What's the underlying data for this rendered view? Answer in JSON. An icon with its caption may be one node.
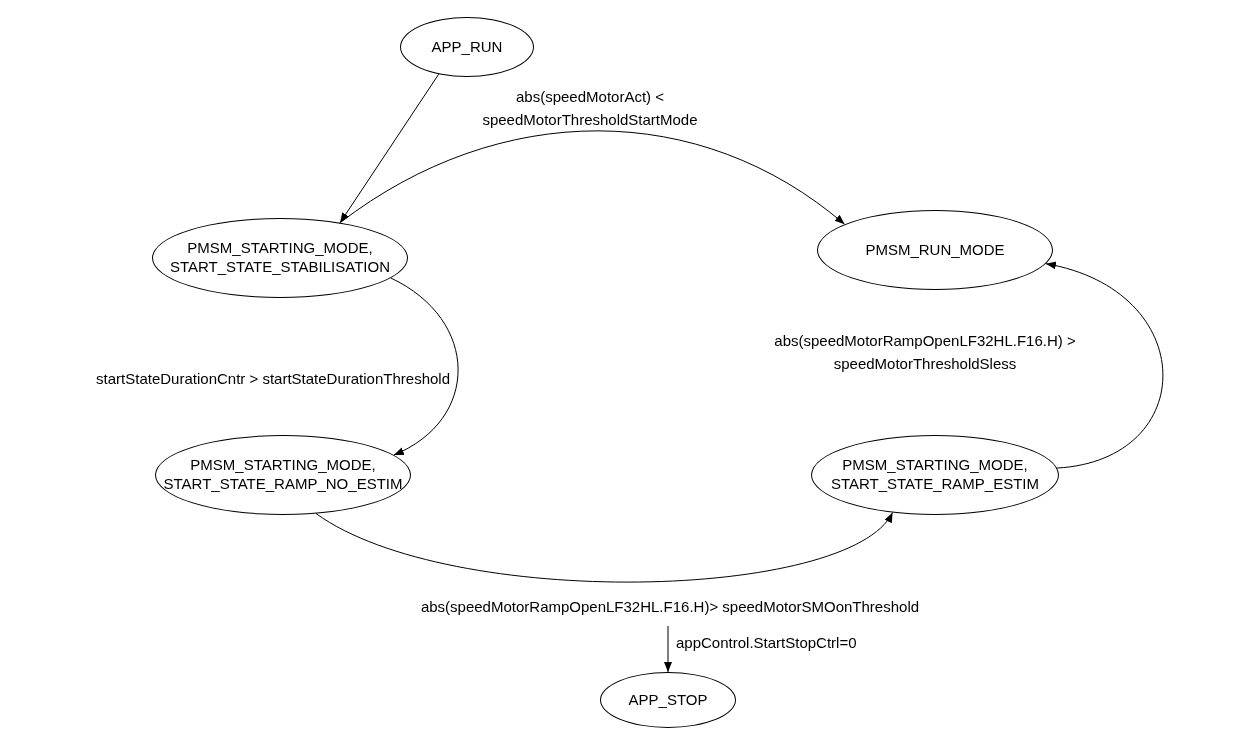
{
  "diagram": {
    "nodes": [
      {
        "text": [
          "APP_RUN"
        ]
      },
      {
        "text": [
          "PMSM_STARTING_MODE, START_STATE_STABILISATION"
        ]
      },
      {
        "text": [
          "PMSM_RUN_MODE"
        ]
      },
      {
        "text": [
          "PMSM_STARTING_MODE, START_STATE_RAMP_NO_ESTIM"
        ]
      },
      {
        "text": [
          "PMSM_STARTING_MODE, START_STATE_RAMP_ESTIM"
        ]
      },
      {
        "text": [
          "APP_STOP"
        ]
      }
    ],
    "edges": [
      {
        "from": 0,
        "to": 1,
        "arrow": "to"
      },
      {
        "from": 1,
        "to": 2,
        "arrow": "to",
        "label": "abs(speedMotorAct) < speedMotorThresholdStartMode"
      },
      {
        "from": 1,
        "to": 3,
        "arrow": "to",
        "label": "startStateDurationCntr > startStateDurationThreshold"
      },
      {
        "from": 3,
        "to": 4,
        "arrow": "to",
        "label": "abs(speedMotorRampOpenLF32HL.F16.H)> speedMotorSMOonThreshold"
      },
      {
        "from": 4,
        "to": 2,
        "arrow": "to",
        "label": "abs(speedMotorRampOpenLF32HL.F16.H) > speedMotorThresholdSless"
      },
      {
        "from": null,
        "to": 5,
        "arrow": "to",
        "label": "appControl.StartStopCtrl=0"
      }
    ]
  }
}
